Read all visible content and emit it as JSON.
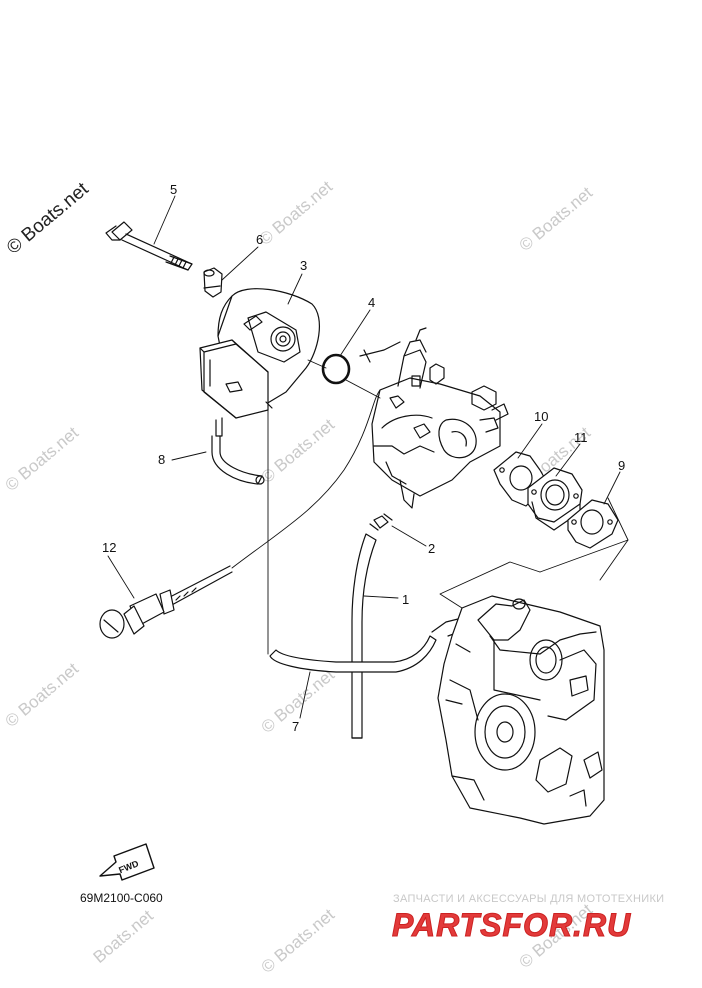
{
  "diagram": {
    "callouts": [
      {
        "id": "part-1",
        "label": "1"
      },
      {
        "id": "part-2",
        "label": "2"
      },
      {
        "id": "part-3",
        "label": "3"
      },
      {
        "id": "part-4",
        "label": "4"
      },
      {
        "id": "part-5",
        "label": "5"
      },
      {
        "id": "part-6",
        "label": "6"
      },
      {
        "id": "part-7",
        "label": "7"
      },
      {
        "id": "part-8",
        "label": "8"
      },
      {
        "id": "part-9",
        "label": "9"
      },
      {
        "id": "part-10",
        "label": "10"
      },
      {
        "id": "part-11",
        "label": "11"
      },
      {
        "id": "part-12",
        "label": "12"
      }
    ],
    "fwd_label": "FWD",
    "code": "69M2100-C060"
  },
  "watermarks": {
    "primary": "© Boats.net",
    "repeat": "© Boats.net",
    "cut": "Boats.net"
  },
  "shop": {
    "tagline": "ЗАПЧАСТИ И АКСЕССУАРЫ ДЛЯ МОТОТЕХНИКИ",
    "logo": "PARTSFOR.RU",
    "logo_color": "#e23a3a"
  },
  "colors": {
    "line": "#111111",
    "watermark": "#c9c9c9"
  }
}
